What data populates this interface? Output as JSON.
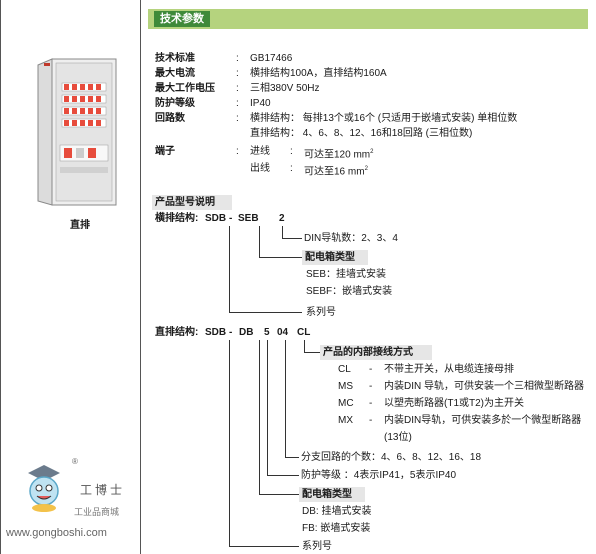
{
  "product": {
    "caption": "直排"
  },
  "section_title": "技术参数",
  "specs": [
    {
      "label": "技术标准",
      "sep": ":",
      "value": "GB17466"
    },
    {
      "label": "最大电流",
      "sep": ":",
      "value": "横排结构100A，直排结构160A"
    },
    {
      "label": "最大工作电压",
      "sep": ":",
      "value": "三相380V 50Hz"
    },
    {
      "label": "防护等级",
      "sep": ":",
      "value": "IP40"
    },
    {
      "label": "回路数",
      "sep": ":",
      "value": "横排结构：  每排13个或16个 (只适用于嵌墙式安装) 单相位数"
    }
  ],
  "circuits_line2": "直排结构：  4、6、8、12、16和18回路 (三相位数)",
  "terminal": {
    "label": "端子",
    "rows": [
      {
        "name": "进线",
        "sep": ":",
        "value": "可达至120 mm",
        "sup": "2"
      },
      {
        "name": "出线",
        "sep": ":",
        "value": "可达至16 mm",
        "sup": "2"
      }
    ]
  },
  "model_title": "产品型号说明",
  "horizontal": {
    "prefix": "横排结构:",
    "code1": "SDB",
    "dash": "-",
    "code2": "SEB",
    "code3": "2",
    "din_rails": "DIN导轨数：2、3、4",
    "box_type_title": "配电箱类型",
    "box_types": [
      "SEB：挂墙式安装",
      "SEBF：嵌墙式安装"
    ],
    "series": "系列号"
  },
  "vertical": {
    "prefix": "直排结构:",
    "code1": "SDB",
    "dash": "-",
    "code2": "DB",
    "code3": "5",
    "code4": "04",
    "code5": "CL",
    "wiring_title": "产品的内部接线方式",
    "wiring": [
      {
        "code": "CL",
        "dash": "-",
        "text": "不带主开关，从电缆连接母排"
      },
      {
        "code": "MS",
        "dash": "-",
        "text": "内装DIN 导轨，可供安装一个三相微型断路器"
      },
      {
        "code": "MC",
        "dash": "-",
        "text": "以塑壳断路器(T1或T2)为主开关"
      },
      {
        "code": "MX",
        "dash": "-",
        "text": "内装DIN导轨，可供安装多於一个微型断路器"
      }
    ],
    "wiring_note": "(13位)",
    "branch_circuits": "分支回路的个数：4、6、8、12、16、18",
    "protection": "防护等级   ：4表示IP41，5表示IP40",
    "box_type_title": "配电箱类型",
    "box_types": [
      "DB: 挂墙式安装",
      "FB: 嵌墙式安装"
    ],
    "series": "系列号"
  },
  "watermark": {
    "brand": "工博士",
    "tagline": "工业品商城",
    "url": "www.gongboshi.com",
    "registered": "®"
  }
}
